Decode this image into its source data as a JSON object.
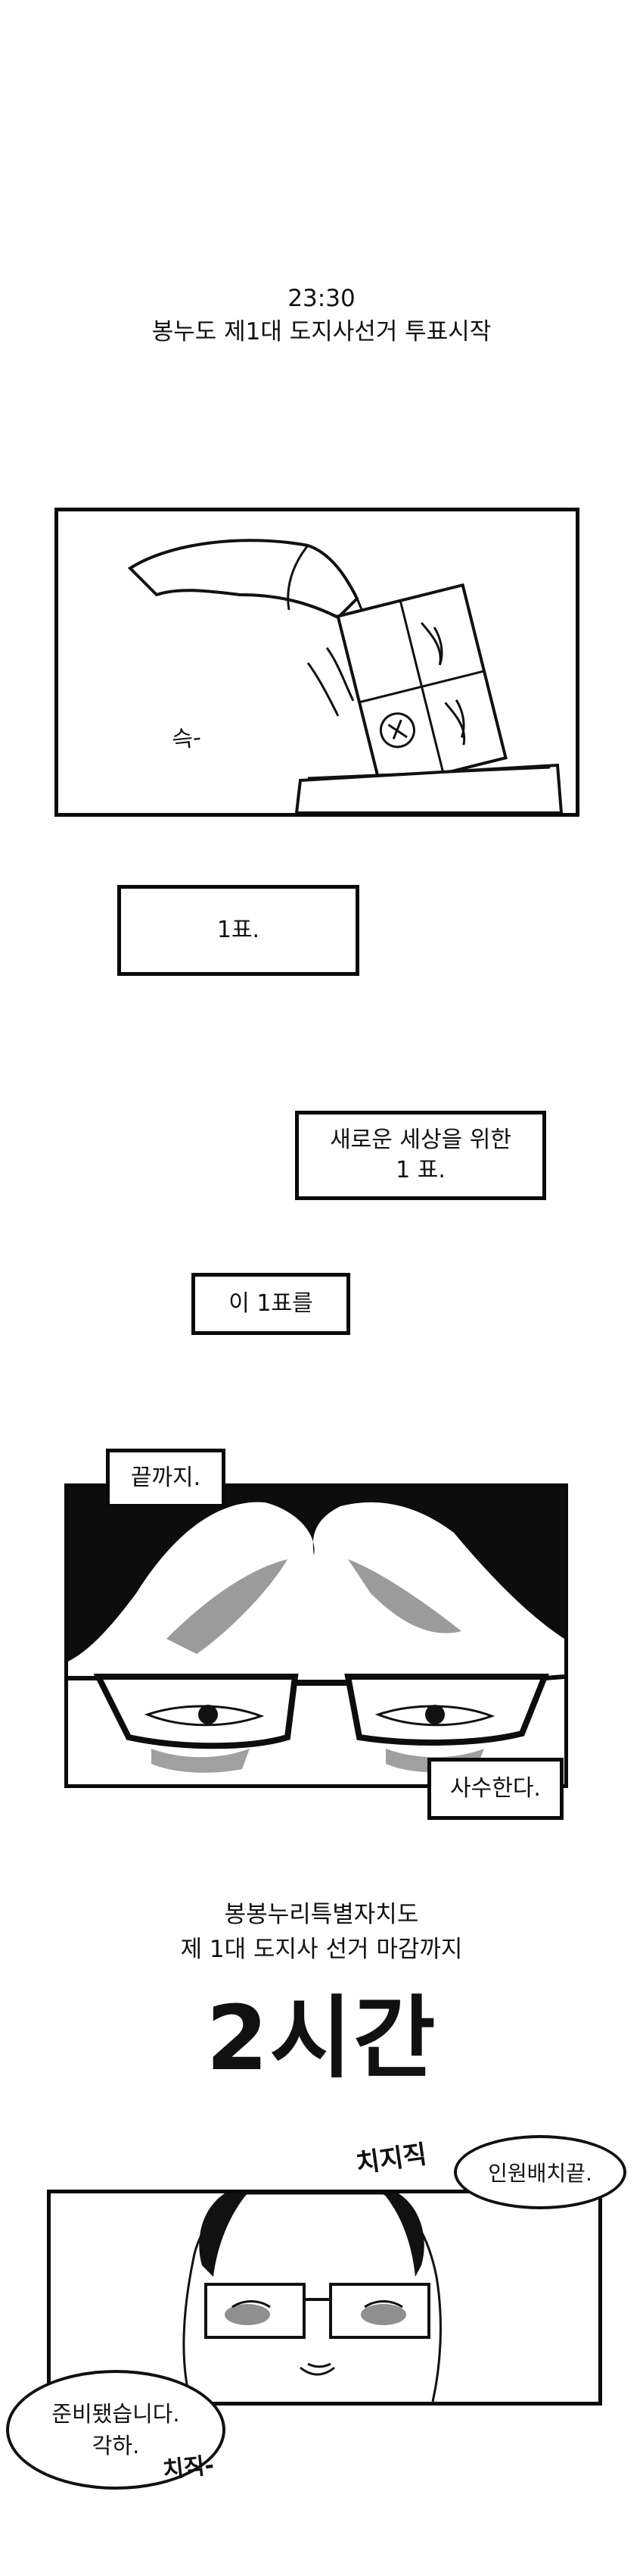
{
  "intro": {
    "time": "23:30",
    "line": "봉누도 제1대 도지사선거 투표시작"
  },
  "panel1": {
    "sfx": "슥-"
  },
  "boxes": {
    "one_vote": "1표.",
    "new_world_line1": "새로운 세상을 위한",
    "new_world_line2": "1 표.",
    "this_vote": "이 1표를"
  },
  "panel2": {
    "caption_top": "끝까지.",
    "caption_bottom": "사수한다."
  },
  "countdown": {
    "line1": "봉봉누리특별자치도",
    "line2": "제 1대 도지사 선거 마감까지",
    "big": "2시간"
  },
  "panel3": {
    "sfx_top": "치지직",
    "bubble_top": "인원배치끝.",
    "bubble_bottom_line1": "준비됐습니다.",
    "bubble_bottom_line2": "각하.",
    "sfx_bottom": "치직-"
  }
}
